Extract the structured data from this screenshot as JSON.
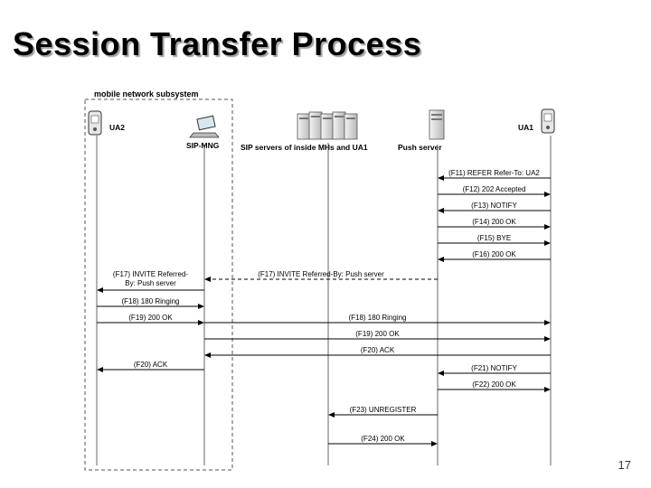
{
  "title": "Session Transfer Process",
  "page_number": "17",
  "subsystem_label": "mobile network subsystem",
  "entities": [
    {
      "id": "ua2",
      "label": "UA2",
      "icon": "phone-icon"
    },
    {
      "id": "sipmng",
      "label": "SIP-MNG",
      "icon": "laptop-icon"
    },
    {
      "id": "sipservers",
      "label": "SIP servers of inside MHs and UA1",
      "icon": "server-group-icon"
    },
    {
      "id": "push",
      "label": "Push server",
      "icon": "server-icon"
    },
    {
      "id": "ua1",
      "label": "UA1",
      "icon": "phone-icon"
    }
  ],
  "messages": [
    {
      "label": "(F11) REFER Refer-To: UA2",
      "from": "ua1",
      "to": "push",
      "line2": ""
    },
    {
      "label": "(F12) 202 Accepted",
      "from": "push",
      "to": "ua1",
      "line2": ""
    },
    {
      "label": "(F13) NOTIFY",
      "from": "ua1",
      "to": "push",
      "line2": ""
    },
    {
      "label": "(F14) 200 OK",
      "from": "push",
      "to": "ua1",
      "line2": ""
    },
    {
      "label": "(F15) BYE",
      "from": "push",
      "to": "ua1",
      "line2": ""
    },
    {
      "label": "(F16) 200 OK",
      "from": "ua1",
      "to": "push",
      "line2": ""
    },
    {
      "label": "(F17) INVITE Referred-By: Push server",
      "from": "push",
      "to": "sipmng",
      "line2": "",
      "dashed": true
    },
    {
      "label": "(F17) INVITE Referred-",
      "from": "sipmng",
      "to": "ua2",
      "line2": "By: Push server"
    },
    {
      "label": "(F18) 180 Ringing",
      "from": "ua2",
      "to": "sipmng",
      "line2": ""
    },
    {
      "label": "(F19) 200 OK",
      "from": "ua2",
      "to": "sipmng",
      "line2": ""
    },
    {
      "label": "(F18) 180 Ringing",
      "from": "sipmng",
      "to": "ua1",
      "line2": ""
    },
    {
      "label": "(F19) 200 OK",
      "from": "sipmng",
      "to": "ua1",
      "line2": ""
    },
    {
      "label": "(F20) ACK",
      "from": "ua1",
      "to": "sipmng",
      "line2": ""
    },
    {
      "label": "(F20) ACK",
      "from": "sipmng",
      "to": "ua2",
      "line2": ""
    },
    {
      "label": "(F21) NOTIFY",
      "from": "ua1",
      "to": "push",
      "line2": ""
    },
    {
      "label": "(F22) 200 OK",
      "from": "push",
      "to": "ua1",
      "line2": ""
    },
    {
      "label": "(F23) UNREGISTER",
      "from": "push",
      "to": "sipservers",
      "line2": ""
    },
    {
      "label": "(F24) 200 OK",
      "from": "sipservers",
      "to": "push",
      "line2": ""
    }
  ]
}
